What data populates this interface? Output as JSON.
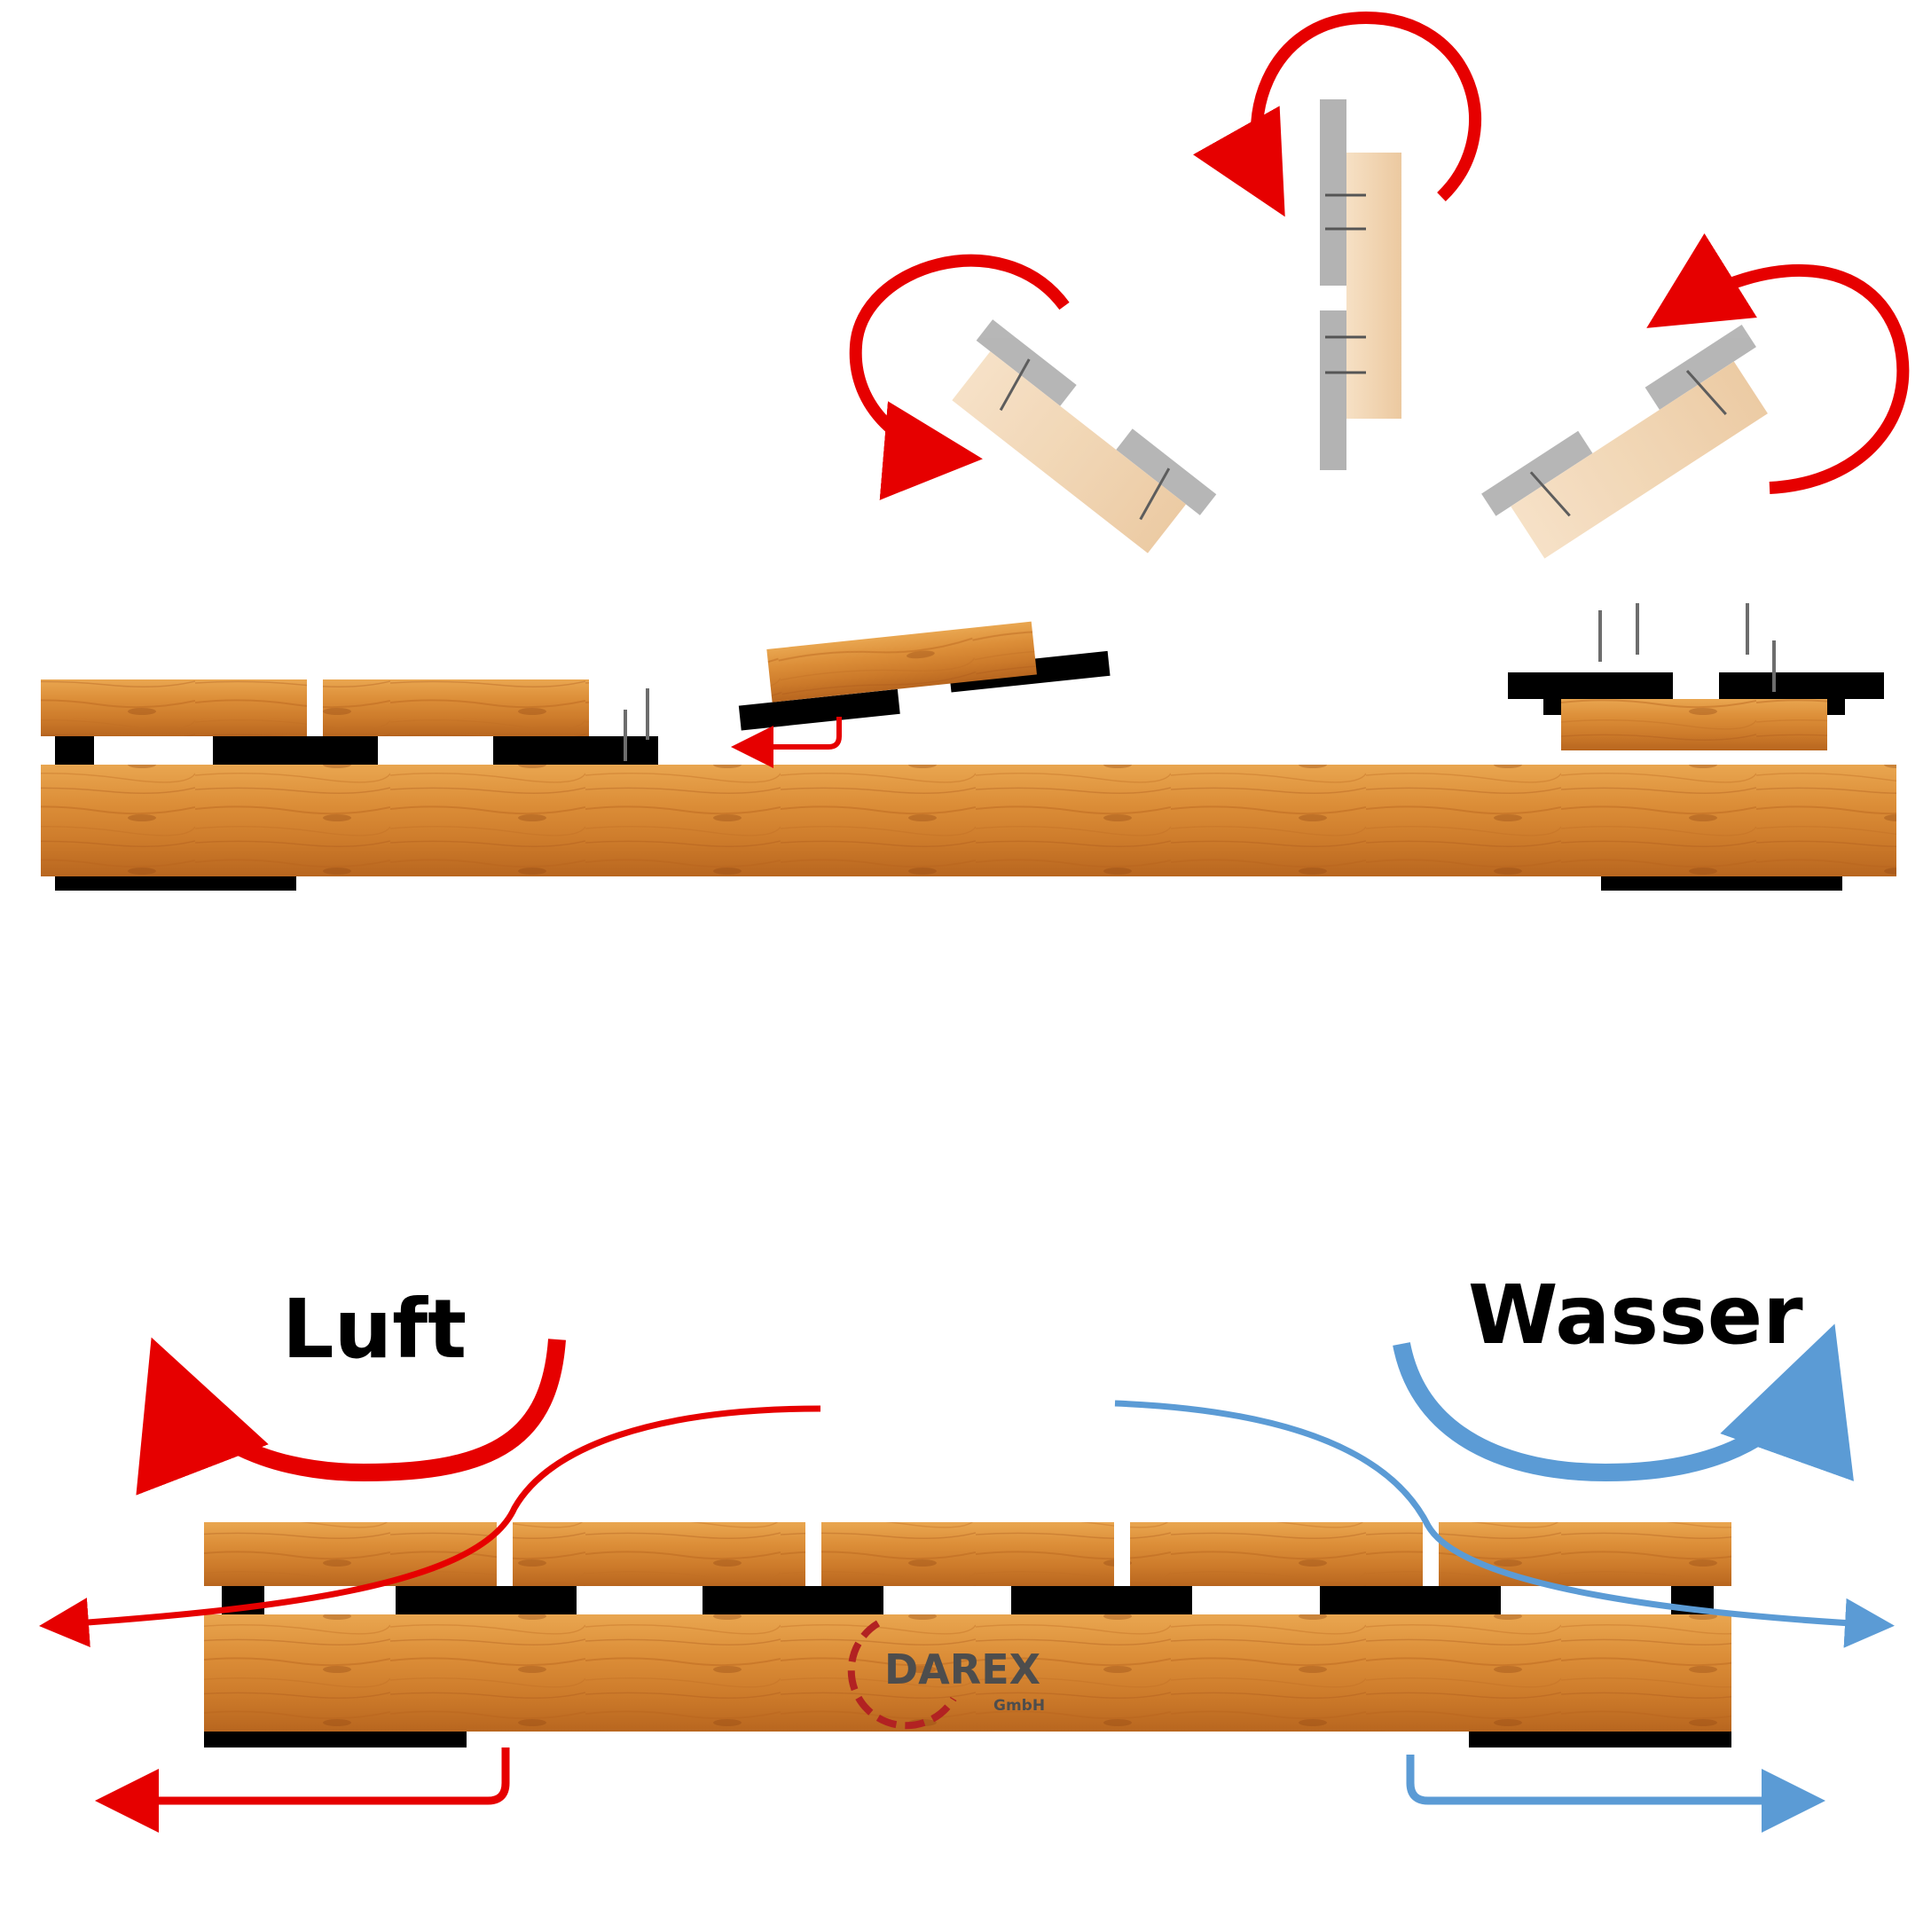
{
  "labels": {
    "air": "Luft",
    "water": "Wasser"
  },
  "logo": {
    "name": "DAREX",
    "suffix": "GmbH"
  },
  "colors": {
    "wood_light": "#e8a24e",
    "wood_mid": "#cf7f2c",
    "wood_dark": "#a8581a",
    "pad": "#000000",
    "screw": "#6d6d6d",
    "ghost_wood": "#f1d5b0",
    "ghost_pad": "#b3b3b3",
    "air_arrow": "#e60000",
    "air_arrow_dark": "#b30000",
    "water_arrow": "#5b9bd5",
    "water_arrow_dark": "#41719c",
    "logo_red": "#b22222",
    "logo_gray": "#4d4d4d"
  }
}
